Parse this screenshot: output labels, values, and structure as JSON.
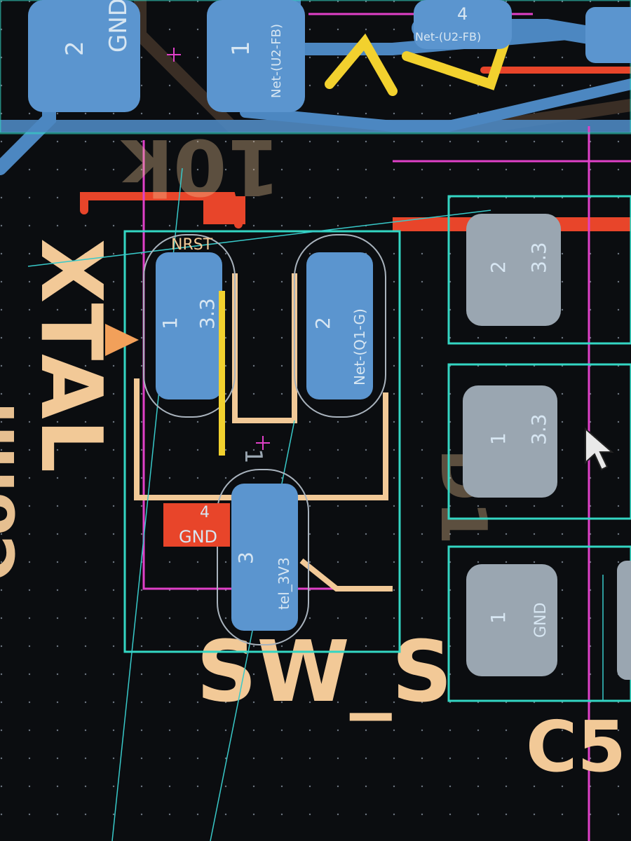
{
  "canvas": {
    "background": "#0b0d10",
    "colors": {
      "pad": "#5b95cf",
      "pad_gray": "#9aa6b1",
      "silkscreen": "#f2c997",
      "courtyard": "#33d6c3",
      "front_cu": "#e8452a",
      "edge_magenta": "#e040c8",
      "yellow": "#f2d12e",
      "ratsnest": "#38c9c9"
    }
  },
  "silkscreen_text": {
    "ref_sw": "SW_S",
    "ref_c5": "C5",
    "left_vertical": "XTAL",
    "left_vertical2": "Conn",
    "top_value": "10k",
    "mid_value": "D1"
  },
  "pads": {
    "top_gnd": {
      "number": "2",
      "net": "GND"
    },
    "top_net": {
      "number": "1",
      "net": "Net-(U2-FB)"
    },
    "top_right": {
      "number": "4",
      "net": "Net-(U2-FB)"
    },
    "nrst": {
      "number": "1",
      "net": "3.3"
    },
    "q1": {
      "number": "2",
      "net": "Net-(Q1-G)"
    },
    "gnd_red": {
      "number": "4",
      "net": "GND"
    },
    "tel": {
      "number": "3",
      "net": "tel_3V3"
    },
    "right_a": {
      "number": "2",
      "net": "3.3"
    },
    "right_b": {
      "number": "1",
      "net": "3.3"
    },
    "right_c": {
      "number": "1",
      "net": "GND"
    }
  },
  "labels": {
    "nrst": "NRST",
    "marker": "1"
  }
}
